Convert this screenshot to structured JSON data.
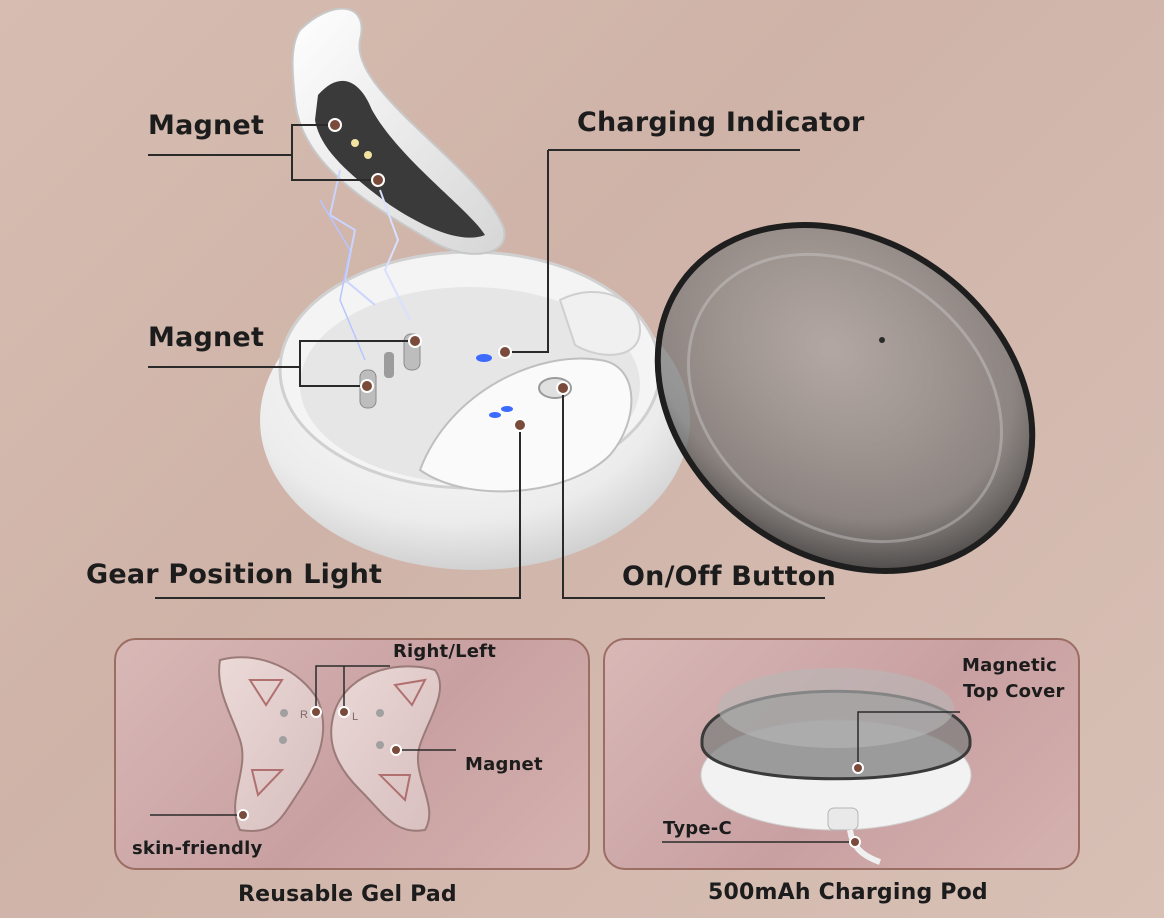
{
  "callouts": {
    "magnet_top": "Magnet",
    "charging_indicator": "Charging Indicator",
    "magnet_mid": "Magnet",
    "gear_position_light": "Gear Position Light",
    "on_off_button": "On/Off Button"
  },
  "gel_pad_panel": {
    "right_left": "Right/Left",
    "magnet": "Magnet",
    "skin_friendly": "skin-friendly",
    "caption": "Reusable Gel Pad",
    "pad_letters": [
      "R",
      "L"
    ]
  },
  "charging_pod_panel": {
    "top_cover_line1": "Magnetic",
    "top_cover_line2": "Top Cover",
    "type_c": "Type-C",
    "caption": "500mAh Charging Pod"
  },
  "colors": {
    "background": "#d4b8ad",
    "panel_border": "#9c6d63",
    "dot": "#7a4a3a",
    "leader_line": "#2a2a2a",
    "indicator_light": "#3d6bff"
  }
}
